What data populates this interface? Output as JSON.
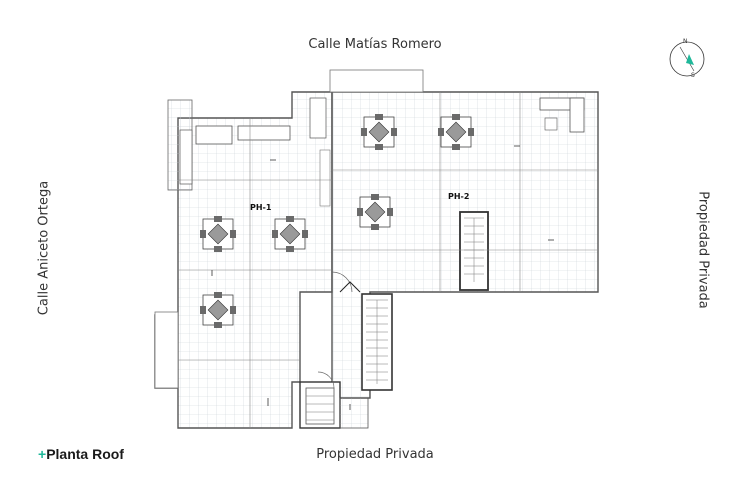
{
  "streets": {
    "top": "Calle Matías Romero",
    "left": "Calle Aniceto Ortega",
    "right": "Propiedad Privada",
    "bottom": "Propiedad Privada"
  },
  "brand": {
    "plus": "+",
    "name": "Planta Roof"
  },
  "compass": {
    "north": "N",
    "south": "S"
  },
  "units": {
    "ph1": "PH-1",
    "ph2": "PH-2"
  },
  "colors": {
    "accent": "#1fb89a",
    "line": "#555555",
    "grid": "#c9ced4"
  }
}
